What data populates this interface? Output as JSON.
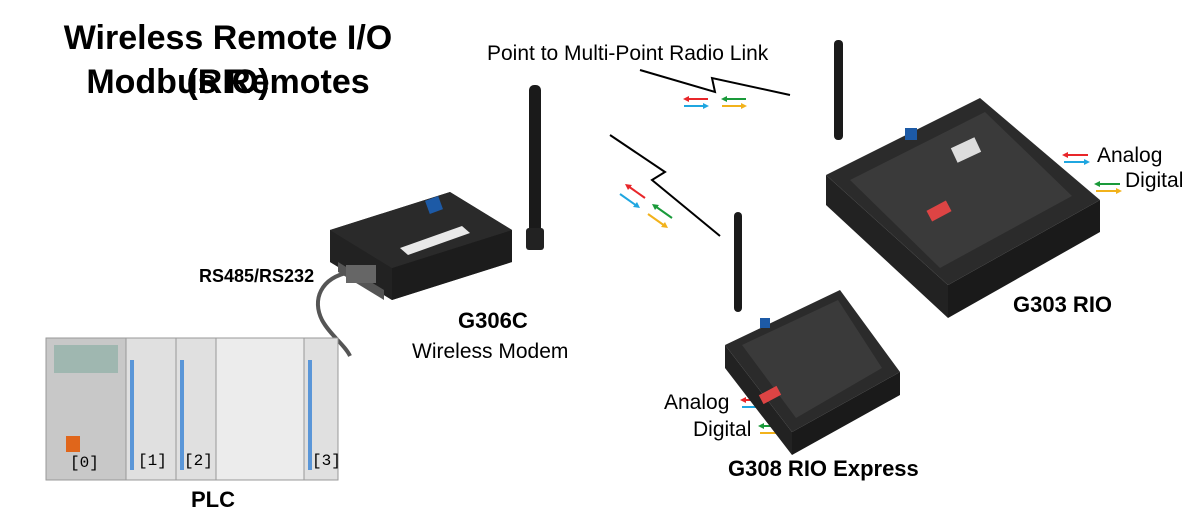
{
  "title": {
    "line1": "Wireless Remote I/O (RIO)",
    "line2": "Modbus Remotes"
  },
  "radio_link_label": "Point to Multi-Point Radio Link",
  "serial_label": "RS485/RS232",
  "modem": {
    "name": "G306C",
    "description": "Wireless Modem"
  },
  "plc": {
    "name": "PLC",
    "slots": [
      "[0]",
      "[1]",
      "[2]",
      "[3]"
    ]
  },
  "g303": {
    "name": "G303 RIO",
    "analog_label": "Analog",
    "digital_label": "Digital"
  },
  "g308": {
    "name": "G308 RIO Express",
    "analog_label": "Analog",
    "digital_label": "Digital"
  },
  "colors": {
    "arrow_red": "#e8262a",
    "arrow_blue": "#1fa6e0",
    "arrow_green": "#1a9a3a",
    "arrow_orange": "#f2b21b",
    "device_body": "#2a2a2a",
    "plc_body": "#dcdcdc"
  }
}
